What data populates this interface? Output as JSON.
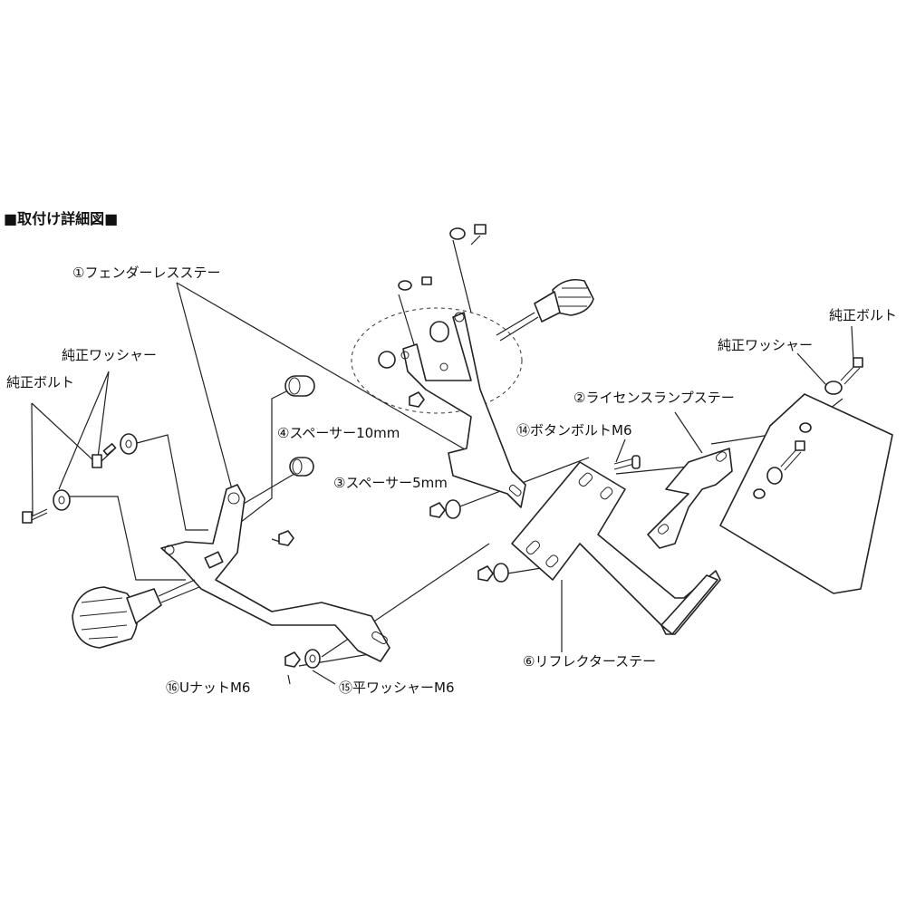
{
  "title": "■取付け詳細図■",
  "labels": {
    "fenderless_stay": "①フェンダーレスステー",
    "genuine_washer_left": "純正ワッシャー",
    "genuine_bolt_left": "純正ボルト",
    "spacer_10mm": "④スペーサー10mm",
    "spacer_5mm": "③スペーサー5mm",
    "button_bolt": "⑭ボタンボルトM6",
    "license_lamp_stay": "②ライセンスランプステー",
    "genuine_washer_right": "純正ワッシャー",
    "genuine_bolt_right": "純正ボルト",
    "reflector_stay": "⑥リフレクターステー",
    "u_nut": "⑯UナットM6",
    "flat_washer": "⑮平ワッシャーM6"
  }
}
